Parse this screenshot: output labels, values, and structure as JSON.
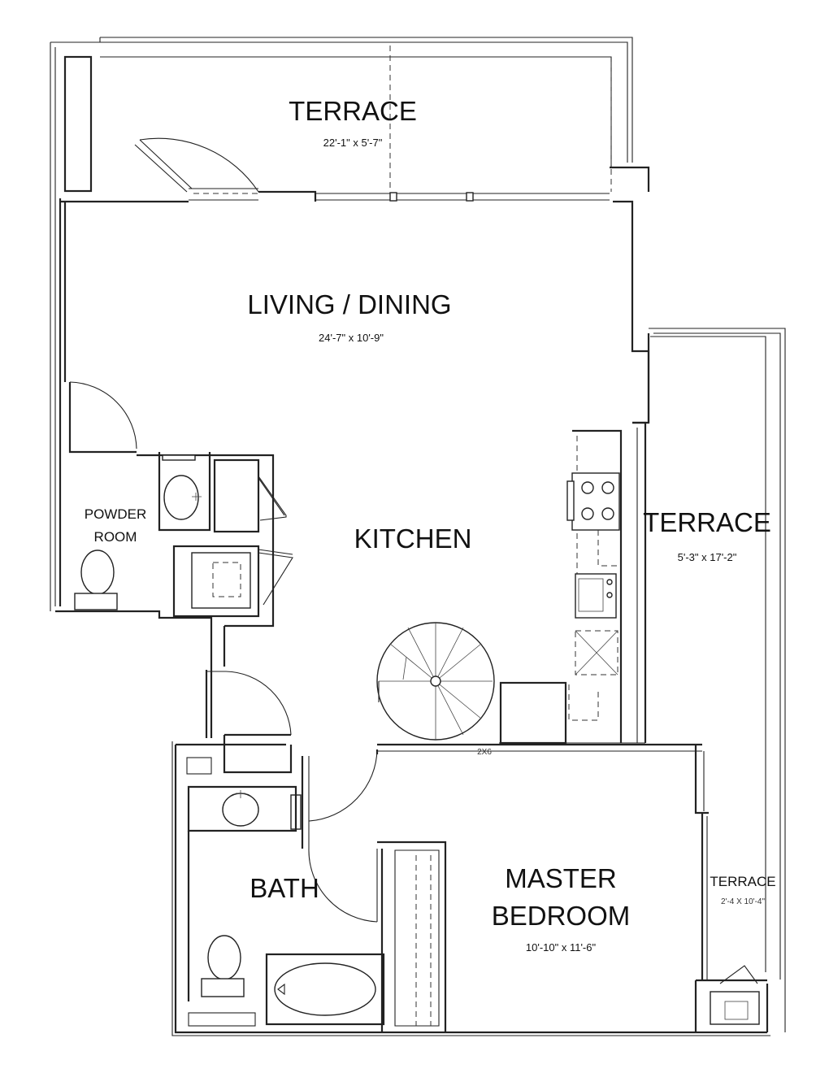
{
  "rooms": {
    "terrace_top": {
      "name": "TERRACE",
      "dims": "22'-1\" x 5'-7\""
    },
    "living": {
      "name": "LIVING / DINING",
      "dims": "24'-7\" x 10'-9\""
    },
    "powder": {
      "name_line1": "POWDER",
      "name_line2": "ROOM"
    },
    "kitchen": {
      "name": "KITCHEN"
    },
    "terrace_right": {
      "name": "TERRACE",
      "dims": "5'-3\" x 17'-2\""
    },
    "bath": {
      "name": "BATH"
    },
    "master": {
      "name_line1": "MASTER",
      "name_line2": "BEDROOM",
      "dims": "10'-10\" x 11'-6\""
    },
    "terrace_small": {
      "name": "TERRACE",
      "dims": "2'-4 X 10'-4\""
    }
  },
  "notes": {
    "wall_2x6": "2X6"
  }
}
